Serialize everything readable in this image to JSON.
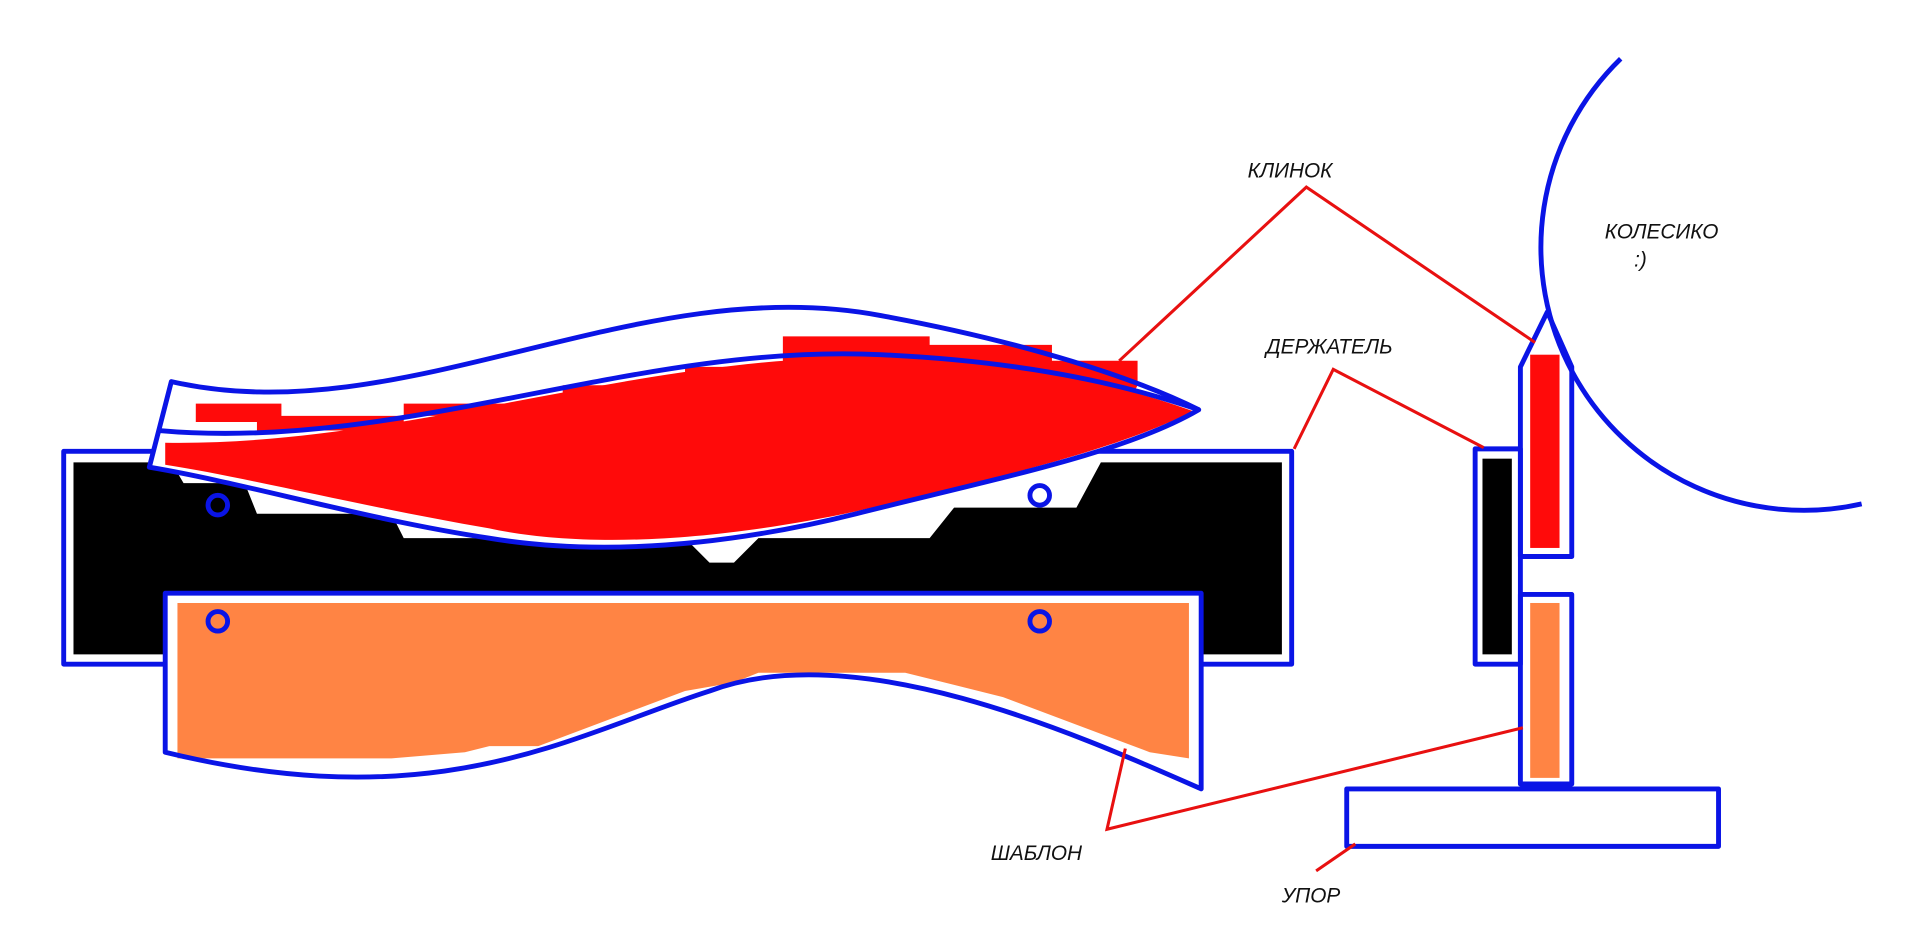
{
  "labels": {
    "blade": "КЛИНОК",
    "wheel": "КОЛЕСИКО",
    "wheel_smiley": ":)",
    "holder": "ДЕРЖАТЕЛЬ",
    "template": "ШАБЛОН",
    "stop": "УПОР"
  },
  "colors": {
    "outline": "#0a14e6",
    "blade": "#ff0a0a",
    "template": "#ff8444",
    "holder": "#000000",
    "leader": "#e81010"
  }
}
